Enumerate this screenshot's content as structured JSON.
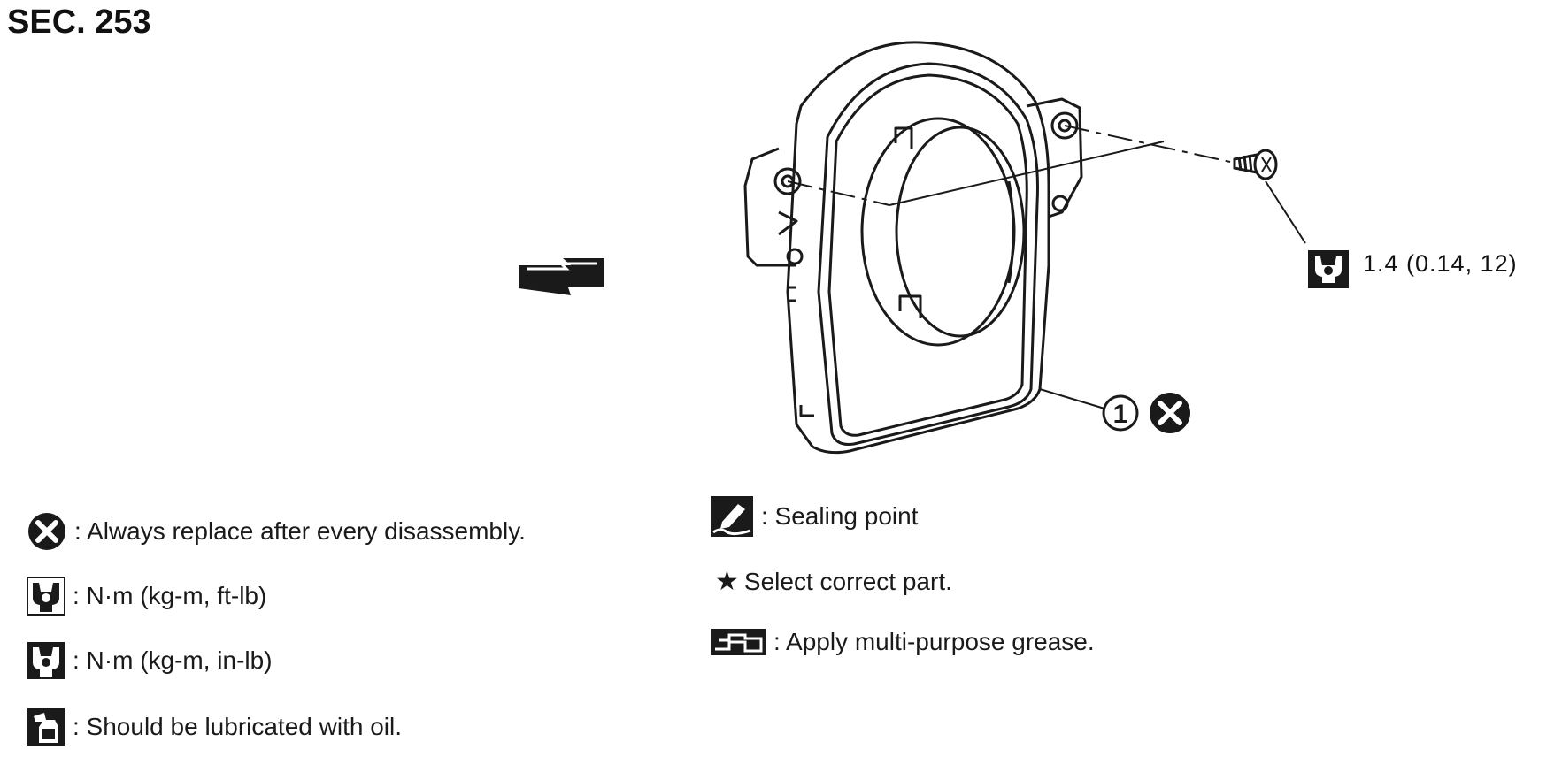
{
  "section_title": "SEC. 253",
  "callouts": {
    "part_number": "1",
    "torque_value": "1.4 (0.14, 12)"
  },
  "legend": {
    "replace": ": Always replace after every disassembly.",
    "torque_ft_lb": ": N·m (kg-m, ft-lb)",
    "torque_in_lb": ": N·m (kg-m, in-lb)",
    "lubricate_oil": ": Should be lubricated with oil.",
    "sealing_point": ": Sealing point",
    "select_part": "Select correct part.",
    "grease": ": Apply multi-purpose grease."
  },
  "icons": {
    "replace": "replace-x-icon",
    "torque_ft_lb": "torque-wrench-icon",
    "torque_in_lb": "torque-wrench-filled-icon",
    "lubricate_oil": "oil-can-icon",
    "sealing_point": "sealant-tube-icon",
    "select_part": "star-icon",
    "grease": "grease-gun-icon",
    "front_arrow": "front-direction-arrow-icon"
  }
}
